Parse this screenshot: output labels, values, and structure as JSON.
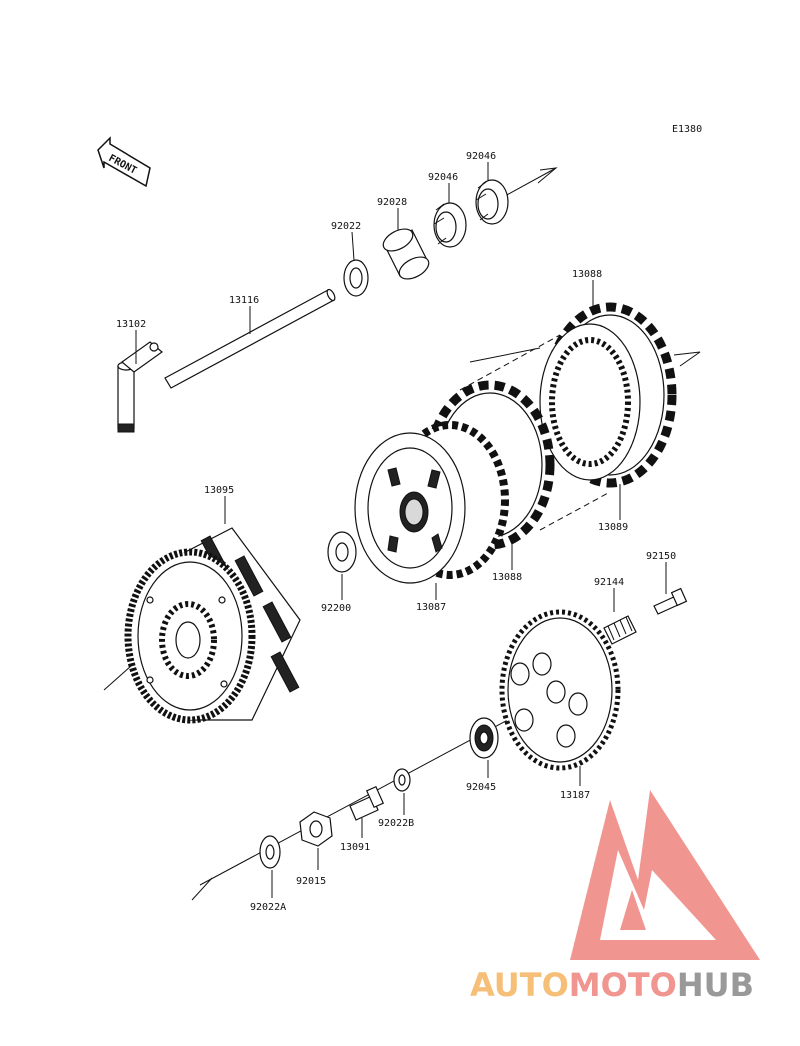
{
  "diagram": {
    "code": "E1380",
    "front_label": "FRONT",
    "parts": [
      {
        "id": "p92046a",
        "label": "92046"
      },
      {
        "id": "p92046b",
        "label": "92046"
      },
      {
        "id": "p92028",
        "label": "92028"
      },
      {
        "id": "p92022",
        "label": "92022"
      },
      {
        "id": "p13116",
        "label": "13116"
      },
      {
        "id": "p13102",
        "label": "13102"
      },
      {
        "id": "p13088a",
        "label": "13088"
      },
      {
        "id": "p13089",
        "label": "13089"
      },
      {
        "id": "p13088b",
        "label": "13088"
      },
      {
        "id": "p13095",
        "label": "13095"
      },
      {
        "id": "p92200",
        "label": "92200"
      },
      {
        "id": "p13087",
        "label": "13087"
      },
      {
        "id": "p92150",
        "label": "92150"
      },
      {
        "id": "p92144",
        "label": "92144"
      },
      {
        "id": "p92045",
        "label": "92045"
      },
      {
        "id": "p13187",
        "label": "13187"
      },
      {
        "id": "p92022b",
        "label": "92022B"
      },
      {
        "id": "p13091",
        "label": "13091"
      },
      {
        "id": "p92015",
        "label": "92015"
      },
      {
        "id": "p92022a",
        "label": "92022A"
      }
    ]
  },
  "watermark": {
    "part1": "AUTO",
    "part2": "MOTO",
    "part3": "HUB",
    "color_orange": "#f6b96a",
    "color_red": "#f08a84",
    "color_gray": "#8e8e8e"
  }
}
